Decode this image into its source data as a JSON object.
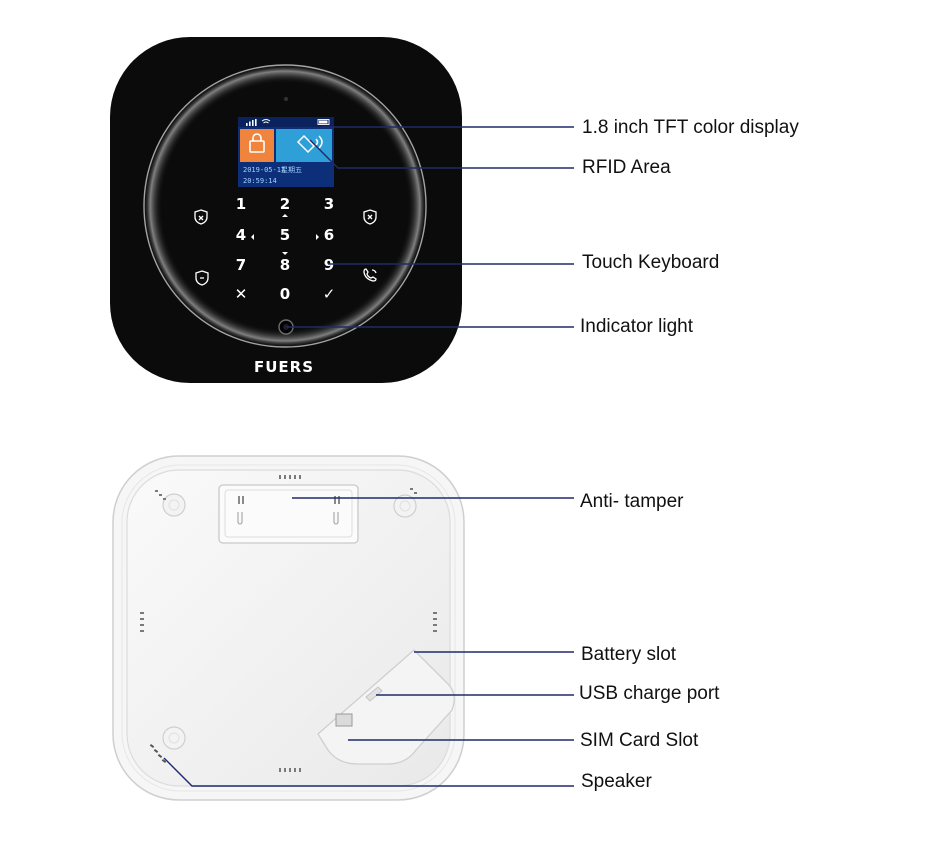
{
  "device_front": {
    "brand": "FUERS",
    "screen": {
      "date": "2019-05-17",
      "weekday": "星期五",
      "time": "20:59:14"
    },
    "keypad": {
      "keys": [
        "1",
        "2",
        "3",
        "4",
        "5",
        "6",
        "7",
        "8",
        "9",
        "✕",
        "0",
        "✓"
      ]
    }
  },
  "callouts": {
    "front": [
      {
        "id": "display",
        "label": "1.8 inch TFT color display"
      },
      {
        "id": "rfid",
        "label": "RFID Area"
      },
      {
        "id": "keyboard",
        "label": "Touch Keyboard"
      },
      {
        "id": "indicator",
        "label": "Indicator light"
      }
    ],
    "back": [
      {
        "id": "tamper",
        "label": "Anti- tamper"
      },
      {
        "id": "battery",
        "label": "Battery slot"
      },
      {
        "id": "usb",
        "label": "USB charge port"
      },
      {
        "id": "sim",
        "label": "SIM Card Slot"
      },
      {
        "id": "speaker",
        "label": "Speaker"
      }
    ]
  },
  "colors": {
    "callout_line": "#1f2a6b",
    "device_body": "#0b0b0b",
    "screen_orange": "#f0843c",
    "screen_blue": "#2f9fd8"
  }
}
